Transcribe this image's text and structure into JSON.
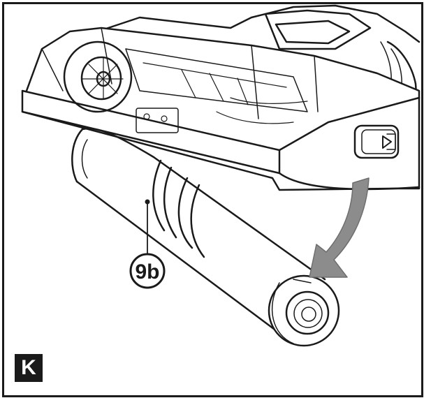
{
  "figure": {
    "panel_label": "K",
    "callout_label": "9b",
    "colors": {
      "line": "#1a1a1a",
      "arrow_fill": "#8c8c8c",
      "background": "#ffffff"
    },
    "icons": [
      "brush-roll-illustration",
      "removal-arrow-icon",
      "release-latch-icon"
    ]
  }
}
